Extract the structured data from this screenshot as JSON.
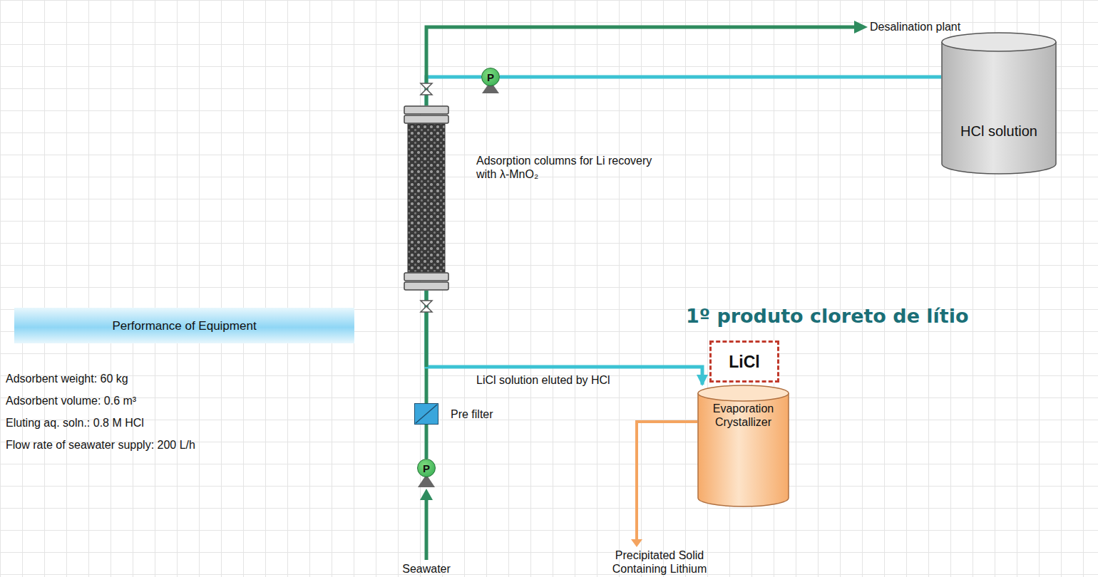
{
  "diagram": {
    "nodes": [
      {
        "text": [
          "P"
        ]
      },
      {
        "text": [
          "HCl solution"
        ]
      },
      {
        "text": [
          "Adsorption columns for Li recovery with λ-MnO₂"
        ]
      },
      {
        "text": [
          "Performance of Equipment"
        ]
      },
      {
        "text": [
          "LiCl"
        ]
      },
      {
        "text": [
          "Pre filter"
        ]
      },
      {
        "text": [
          "Evaporation Crystallizer"
        ]
      },
      {
        "text": [
          "P"
        ]
      }
    ],
    "edges": [
      {
        "from": 7,
        "to": 5,
        "arrow": "none"
      },
      {
        "from": 5,
        "to": 2,
        "arrow": "none"
      },
      {
        "from": 1,
        "to": 0,
        "arrow": "none"
      },
      {
        "from": 0,
        "to": 2,
        "arrow": "none"
      },
      {
        "from": 2,
        "to": 6,
        "label": "LiCl solution eluted by HCl",
        "arrow": "to"
      }
    ],
    "labels": [
      "Desalination plant",
      "1º produto cloreto de lítio",
      "Adsorbent weight: 60 kg",
      "Adsorbent volume: 0.6 m³",
      "Eluting aq. soln.: 0.8 M HCl",
      "Flow rate of seawater supply: 200 L/h",
      "Seawater",
      "Precipitated Solid Containing Lithium"
    ]
  }
}
